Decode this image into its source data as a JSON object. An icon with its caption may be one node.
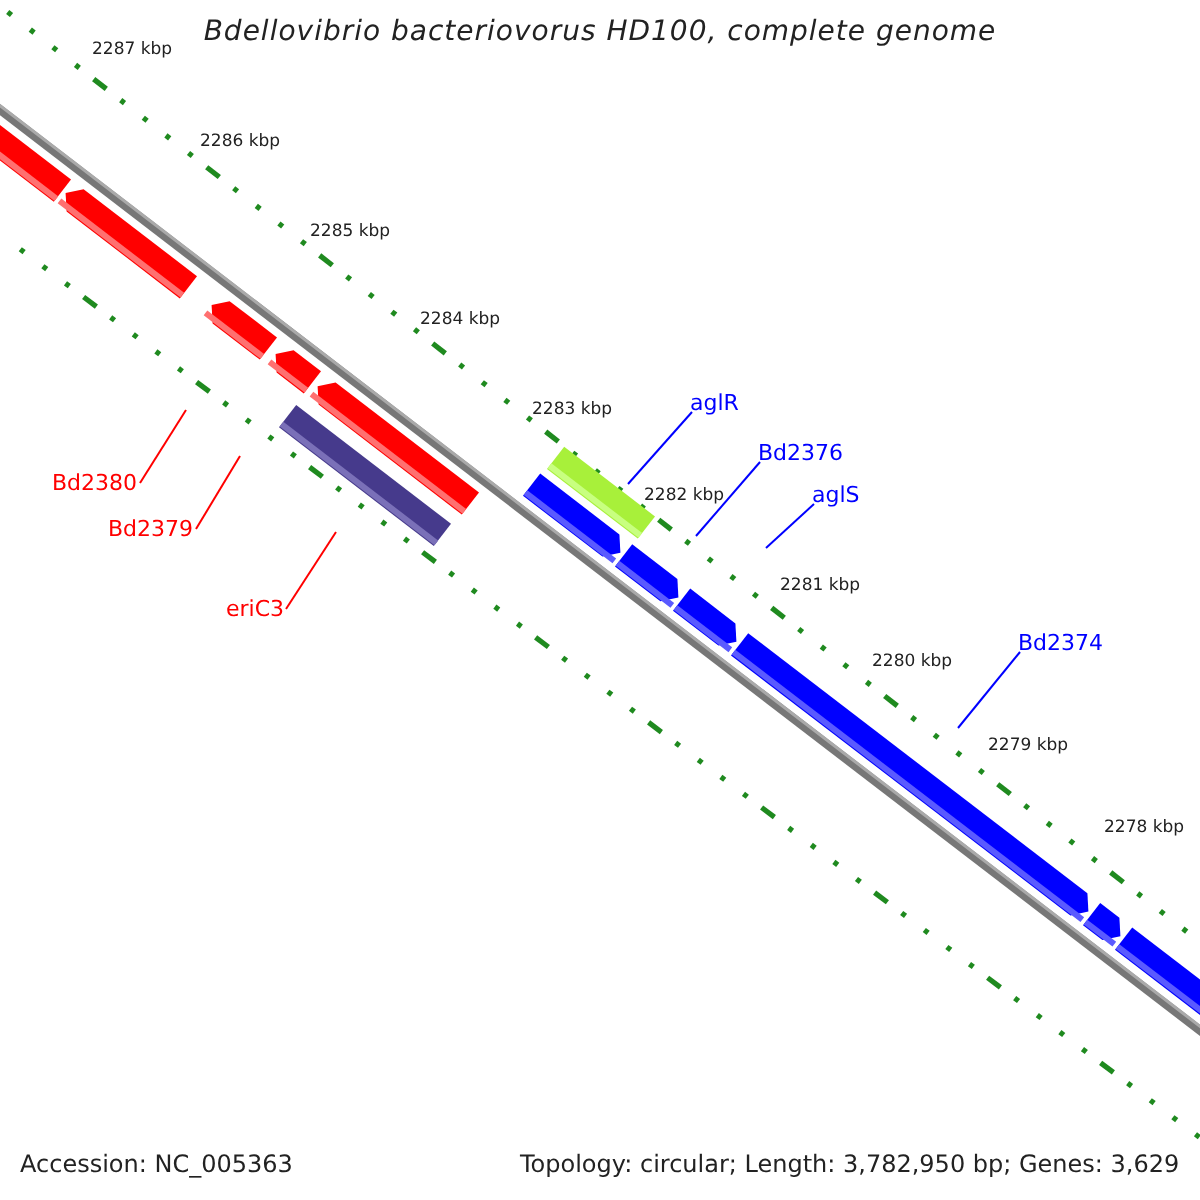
{
  "diagram": {
    "title": "Bdellovibrio bacteriovorus HD100, complete genome",
    "nodes": [
      {
        "text": [
          "Bd2380"
        ]
      },
      {
        "text": [
          "Bd2379"
        ]
      },
      {
        "text": [
          "eriC3"
        ]
      },
      {
        "text": [
          "aglR"
        ]
      },
      {
        "text": [
          "Bd2376"
        ]
      },
      {
        "text": [
          "aglS"
        ]
      },
      {
        "text": [
          "Bd2374"
        ]
      }
    ],
    "edges": [
      {
        "from": 0,
        "to": null,
        "arrow": "none",
        "color": "#ff0000"
      },
      {
        "from": 1,
        "to": null,
        "arrow": "none",
        "color": "#ff0000"
      },
      {
        "from": 2,
        "to": null,
        "arrow": "none",
        "color": "#ff0000"
      },
      {
        "from": 3,
        "to": null,
        "arrow": "none"
      },
      {
        "from": 4,
        "to": null,
        "arrow": "none"
      },
      {
        "from": 5,
        "to": null,
        "arrow": "none"
      },
      {
        "from": 6,
        "to": null,
        "arrow": "none"
      }
    ],
    "labels": [
      "2287 kbp",
      "2286 kbp",
      "2285 kbp",
      "2284 kbp",
      "2283 kbp",
      "2282 kbp",
      "2281 kbp",
      "2280 kbp",
      "2279 kbp",
      "2278 kbp",
      "Accession: NC_005363",
      "Topology: circular; Length: 3,782,950 bp; Genes: 3,629"
    ]
  }
}
